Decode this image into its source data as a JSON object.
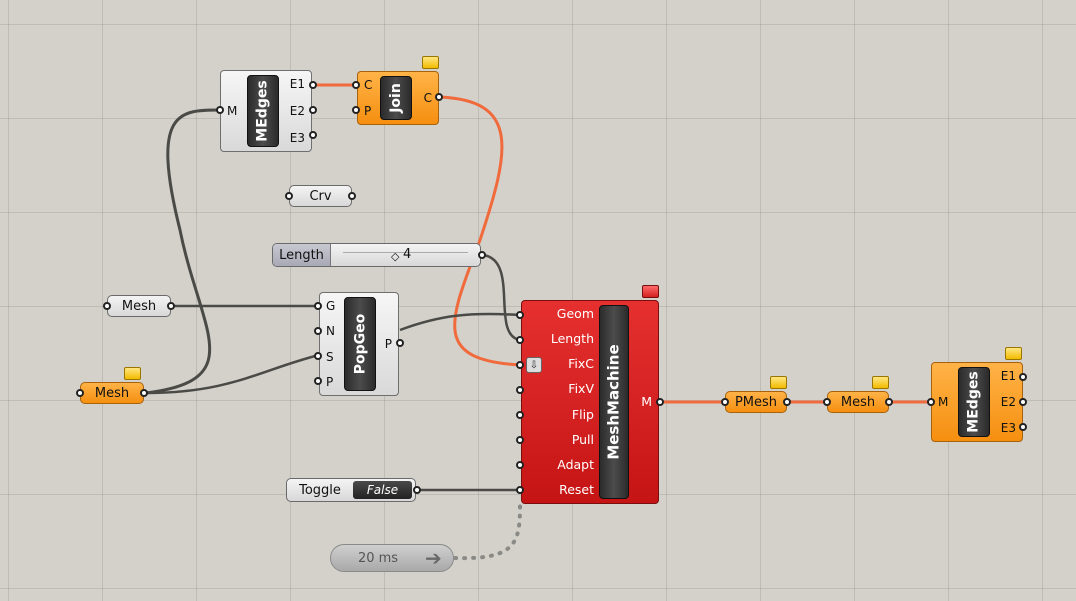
{
  "medges_top": {
    "name": "MEdges",
    "inputs": [
      "M"
    ],
    "outputs": [
      "E1",
      "E2",
      "E3"
    ]
  },
  "join": {
    "name": "Join",
    "inputs": [
      "C",
      "P"
    ],
    "outputs": [
      "C"
    ]
  },
  "crv": {
    "label": "Crv"
  },
  "length_slider": {
    "label": "Length",
    "value": "4"
  },
  "mesh_param_grey": {
    "label": "Mesh"
  },
  "mesh_param_orange": {
    "label": "Mesh"
  },
  "popgeo": {
    "name": "PopGeo",
    "inputs": [
      "G",
      "N",
      "S",
      "P"
    ],
    "outputs": [
      "P"
    ]
  },
  "toggle": {
    "label": "Toggle",
    "value": "False"
  },
  "timer": {
    "label": "20 ms"
  },
  "meshmachine": {
    "name": "MeshMachine",
    "inputs": [
      "Geom",
      "Length",
      "FixC",
      "FixV",
      "Flip",
      "Pull",
      "Adapt",
      "Reset"
    ],
    "outputs": [
      "M"
    ]
  },
  "pmesh": {
    "label": "PMesh"
  },
  "mesh_param_right": {
    "label": "Mesh"
  },
  "medges_right": {
    "name": "MEdges",
    "inputs": [
      "M"
    ],
    "outputs": [
      "E1",
      "E2",
      "E3"
    ]
  },
  "colors": {
    "wire_default": "#4a4a46",
    "wire_selected": "#f06a3c",
    "component_red": "#d01b1b",
    "component_orange": "#f7941d"
  }
}
